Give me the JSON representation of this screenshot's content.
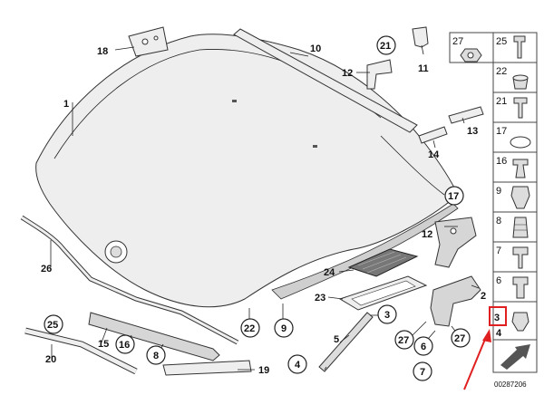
{
  "callouts": [
    {
      "id": "c1",
      "text": "1"
    },
    {
      "id": "c18",
      "text": "18"
    },
    {
      "id": "c10",
      "text": "10"
    },
    {
      "id": "c21a",
      "text": "21"
    },
    {
      "id": "c12a",
      "text": "12"
    },
    {
      "id": "c11",
      "text": "11"
    },
    {
      "id": "c13",
      "text": "13"
    },
    {
      "id": "c14",
      "text": "14"
    },
    {
      "id": "c17",
      "text": "17"
    },
    {
      "id": "c12b",
      "text": "12"
    },
    {
      "id": "c26",
      "text": "26"
    },
    {
      "id": "c24",
      "text": "24"
    },
    {
      "id": "c23",
      "text": "23"
    },
    {
      "id": "c2",
      "text": "2"
    },
    {
      "id": "c22",
      "text": "22"
    },
    {
      "id": "c9",
      "text": "9"
    },
    {
      "id": "c25",
      "text": "25"
    },
    {
      "id": "c15",
      "text": "15"
    },
    {
      "id": "c16",
      "text": "16"
    },
    {
      "id": "c8",
      "text": "8"
    },
    {
      "id": "c20",
      "text": "20"
    },
    {
      "id": "c3",
      "text": "3"
    },
    {
      "id": "c5",
      "text": "5"
    },
    {
      "id": "c4",
      "text": "4"
    },
    {
      "id": "c19",
      "text": "19"
    },
    {
      "id": "c27a",
      "text": "27"
    },
    {
      "id": "c6",
      "text": "6"
    },
    {
      "id": "c7",
      "text": "7"
    },
    {
      "id": "c27b",
      "text": "27"
    }
  ],
  "legend": [
    {
      "num": "27",
      "extra": "25"
    },
    {
      "num": "22"
    },
    {
      "num": "21"
    },
    {
      "num": "17"
    },
    {
      "num": "16"
    },
    {
      "num": "9"
    },
    {
      "num": "8"
    },
    {
      "num": "7"
    },
    {
      "num": "6"
    },
    {
      "num": "3",
      "extra": "4"
    }
  ],
  "diagram_number": "00287206"
}
